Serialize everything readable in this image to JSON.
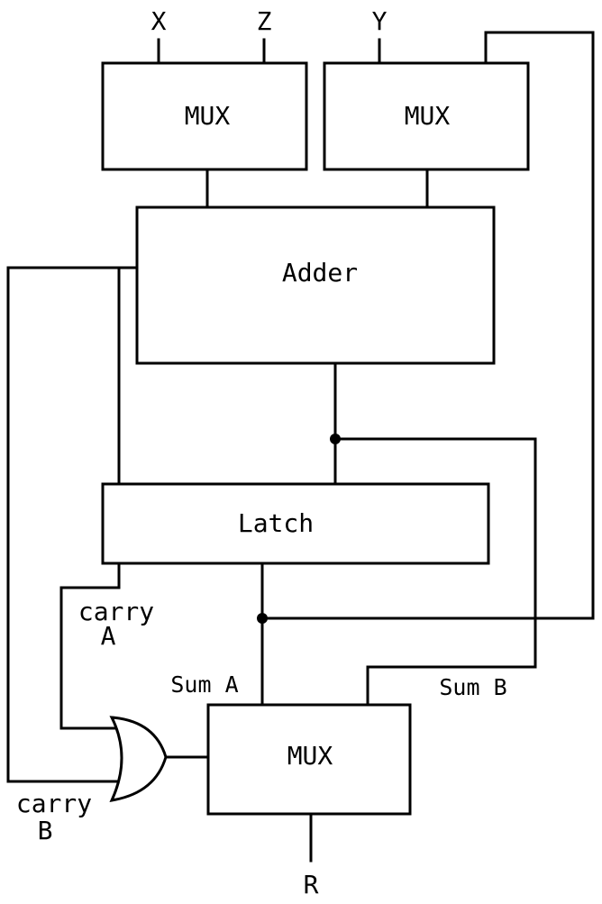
{
  "diagram": {
    "title": "Adder datapath with multiplexers, latch and OR gate",
    "inputs": {
      "x": "X",
      "z": "Z",
      "y": "Y"
    },
    "blocks": {
      "mux_left": "MUX",
      "mux_right": "MUX",
      "adder": "Adder",
      "latch": "Latch",
      "mux_bottom": "MUX"
    },
    "signals": {
      "carry_a_line1": "carry",
      "carry_a_line2": "A",
      "carry_b_line1": "carry",
      "carry_b_line2": "B",
      "sum_a": "Sum A",
      "sum_b": "Sum B"
    },
    "output": {
      "r": "R"
    },
    "colors": {
      "line": "#000000",
      "background": "#ffffff"
    }
  }
}
